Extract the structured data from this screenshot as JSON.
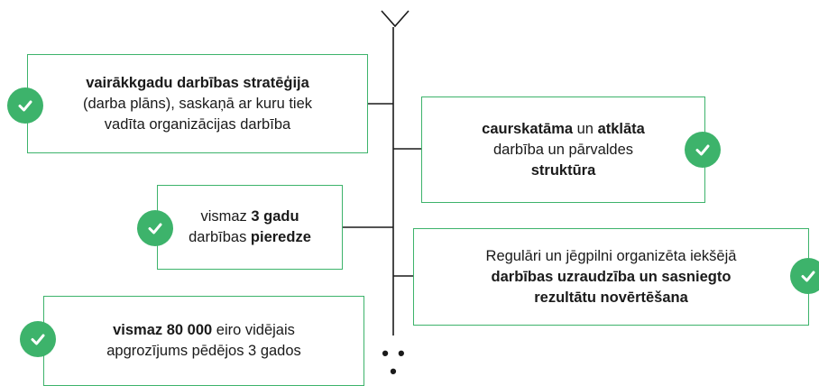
{
  "colors": {
    "accent": "#3db36b",
    "line": "#1a1a1a"
  },
  "icons": {
    "top": "chevron-down-icon",
    "check": "check-circle-icon"
  },
  "cards": [
    {
      "name": "card-strategy",
      "lines": [
        [
          {
            "text": "vairākkgadu darbības stratēģija",
            "bold": true
          }
        ],
        [
          {
            "text": "(darba plāns), saskaņā ar kuru tiek",
            "bold": false
          }
        ],
        [
          {
            "text": "vadīta organizācijas darbība",
            "bold": false
          }
        ]
      ]
    },
    {
      "name": "card-transparency",
      "lines": [
        [
          {
            "text": "caurskatāma",
            "bold": true
          },
          {
            "text": " un ",
            "bold": false
          },
          {
            "text": "atklāta",
            "bold": true
          }
        ],
        [
          {
            "text": "darbība un pārvaldes",
            "bold": false
          }
        ],
        [
          {
            "text": "struktūra",
            "bold": true
          }
        ]
      ]
    },
    {
      "name": "card-experience",
      "lines": [
        [
          {
            "text": "vismaz ",
            "bold": false
          },
          {
            "text": "3 gadu",
            "bold": true
          }
        ],
        [
          {
            "text": "darbības ",
            "bold": false
          },
          {
            "text": "pieredze",
            "bold": true
          }
        ]
      ]
    },
    {
      "name": "card-monitoring",
      "lines": [
        [
          {
            "text": "Regulāri un jēgpilni organizēta iekšējā",
            "bold": false
          }
        ],
        [
          {
            "text": "darbības uzraudzība un sasniegto",
            "bold": true
          }
        ],
        [
          {
            "text": "rezultātu novērtēšana",
            "bold": true
          }
        ]
      ]
    },
    {
      "name": "card-turnover",
      "lines": [
        [
          {
            "text": "vismaz  80 000",
            "bold": true
          },
          {
            "text": " eiro vidējais",
            "bold": false
          }
        ],
        [
          {
            "text": "apgrozījums pēdējos 3 gados",
            "bold": false
          }
        ]
      ]
    }
  ],
  "continuation": "• • •"
}
